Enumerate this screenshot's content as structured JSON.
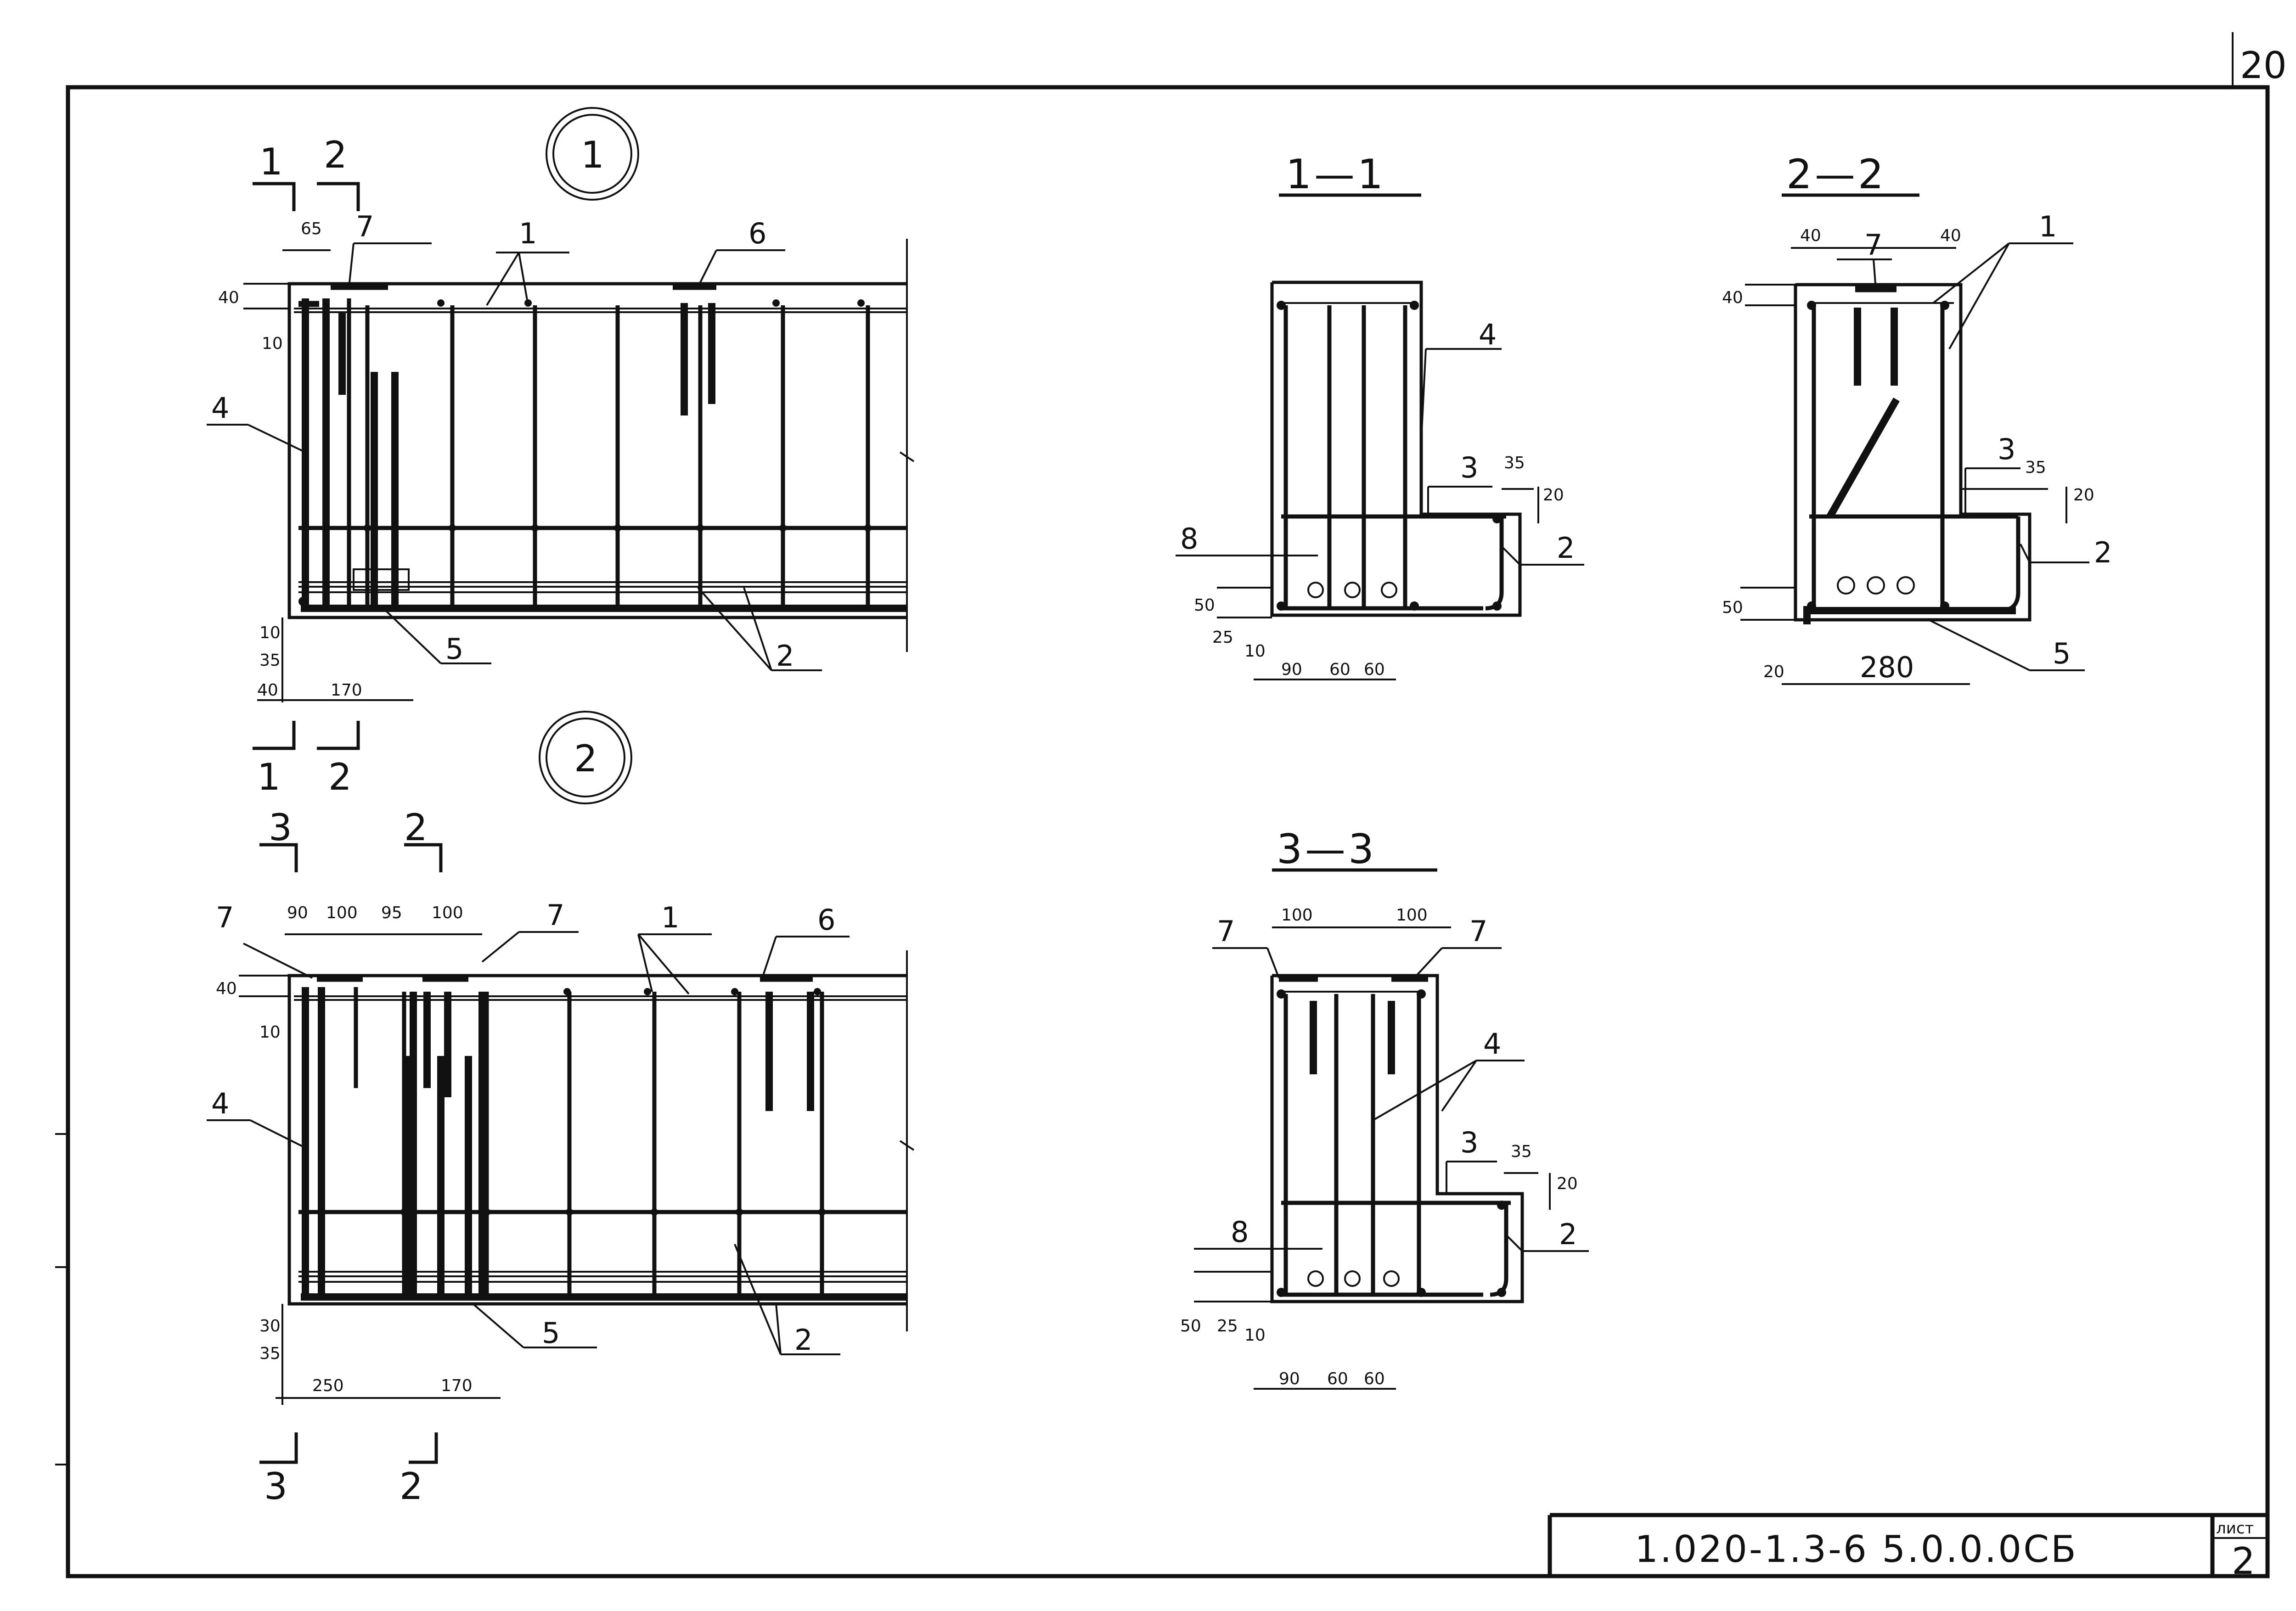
{
  "sheet": {
    "corner_number": "20",
    "designation": "1.020-1.3-6  5.0.0.0СБ",
    "sheet_word": "лист",
    "sheet_number": "2"
  },
  "view1": {
    "title": "1",
    "cut_marks": [
      "1",
      "2"
    ],
    "dims_top": [
      "65"
    ],
    "dims_left": [
      "40",
      "10"
    ],
    "dims_bottom": [
      "10",
      "35",
      "40",
      "170"
    ],
    "positions": [
      "1",
      "2",
      "4",
      "5",
      "6",
      "7"
    ]
  },
  "view2": {
    "title": "2",
    "cut_marks": [
      "3",
      "2"
    ],
    "dims_top": [
      "90",
      "100",
      "95",
      "100"
    ],
    "dims_left": [
      "40",
      "10"
    ],
    "dims_bottom": [
      "30",
      "35",
      "250",
      "170"
    ],
    "positions": [
      "1",
      "2",
      "4",
      "5",
      "6",
      "7",
      "7"
    ]
  },
  "section11": {
    "title": "1—1",
    "dims": [
      "35",
      "20",
      "50",
      "25",
      "10",
      "90",
      "60",
      "60"
    ],
    "positions": [
      "2",
      "3",
      "4",
      "8"
    ]
  },
  "section22": {
    "title": "2—2",
    "dims": [
      "40",
      "40",
      "40",
      "35",
      "20",
      "50",
      "20",
      "280"
    ],
    "positions": [
      "1",
      "2",
      "3",
      "5",
      "7"
    ]
  },
  "section33": {
    "title": "3—3",
    "dims": [
      "100",
      "100",
      "35",
      "20",
      "50",
      "25",
      "10",
      "90",
      "60",
      "60"
    ],
    "positions": [
      "2",
      "3",
      "4",
      "7",
      "7",
      "8"
    ]
  }
}
